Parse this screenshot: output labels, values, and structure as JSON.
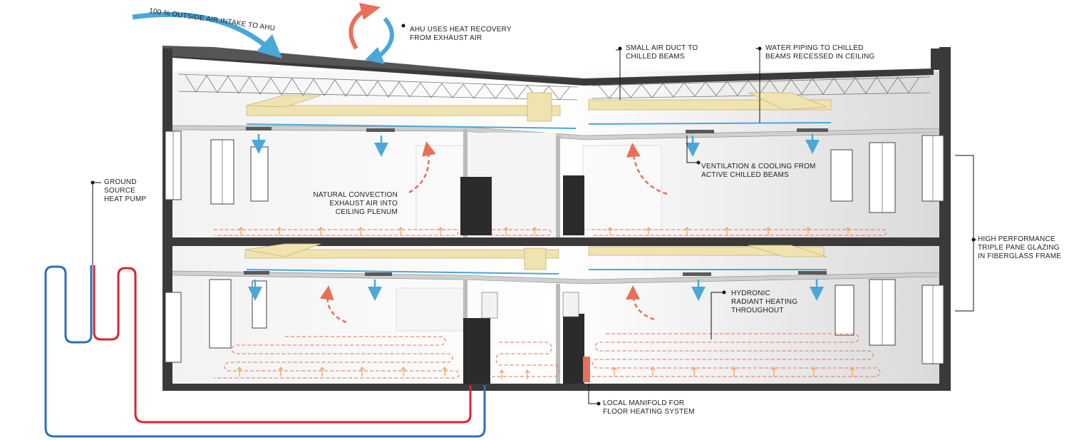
{
  "labels": {
    "intake": "100 % OUTSIDE AIR INTAKE TO AHU",
    "ahu": [
      "AHU USES HEAT RECOVERY",
      "FROM EXHAUST AIR"
    ],
    "duct": [
      "SMALL AIR DUCT TO",
      "CHILLED BEAMS"
    ],
    "water": [
      "WATER PIPING TO CHILLED",
      "BEAMS RECESSED IN CEILING"
    ],
    "gshp": [
      "GROUND",
      "SOURCE",
      "HEAT PUMP"
    ],
    "convection": [
      "NATURAL CONVECTION",
      "EXHAUST AIR INTO",
      "CEILING PLENUM"
    ],
    "beams": [
      "VENTILATION & COOLING FROM",
      "ACTIVE CHILLED BEAMS"
    ],
    "glazing": [
      "HIGH PERFORMANCE",
      "TRIPLE PANE GLAZING",
      "IN FIBERGLASS FRAME"
    ],
    "radiant": [
      "HYDRONIC",
      "RADIANT HEATING",
      "THROUGHOUT"
    ],
    "manifold": [
      "LOCAL MANIFOLD FOR",
      "FLOOR HEATING SYSTEM"
    ]
  },
  "colors": {
    "supply_blue": "#4aa8d8",
    "cold_pipe": "#2e6fb8",
    "hot_pipe": "#d8262d",
    "radiant_red": "#e8705a",
    "duct": "#efe3b0",
    "structure": "#3a3a3a",
    "leader": "#111111"
  }
}
